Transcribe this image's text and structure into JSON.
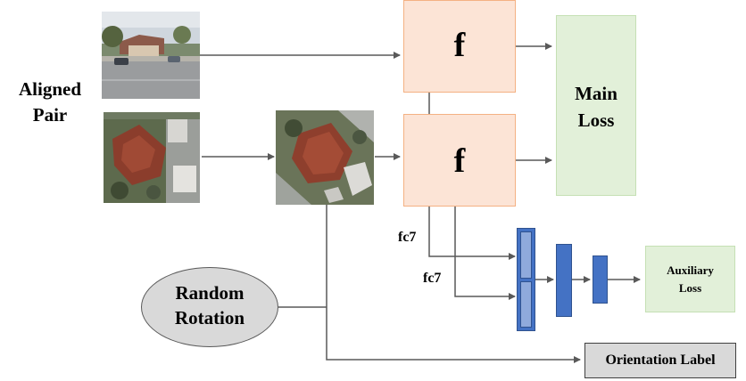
{
  "left_label": {
    "line1": "Aligned",
    "line2": "Pair"
  },
  "f_top": "f",
  "f_bottom": "f",
  "main_loss": {
    "line1": "Main",
    "line2": "Loss"
  },
  "fc7_a": "fc7",
  "fc7_b": "fc7",
  "random_rotation": {
    "line1": "Random",
    "line2": "Rotation"
  },
  "auxiliary_loss": {
    "line1": "Auxiliary",
    "line2": "Loss"
  },
  "orientation_label": "Orientation Label",
  "colors": {
    "f_fill": "#fce4d6",
    "f_border": "#f4b183",
    "loss_fill": "#e2f0d9",
    "loss_border": "#c5e0b4",
    "layer_fill": "#4472c4",
    "layer_light": "#8faadc",
    "layer_border": "#2f528f",
    "ellipse_fill": "#d9d9d9",
    "label_fill": "#d9d9d9",
    "arrow": "#595959"
  }
}
